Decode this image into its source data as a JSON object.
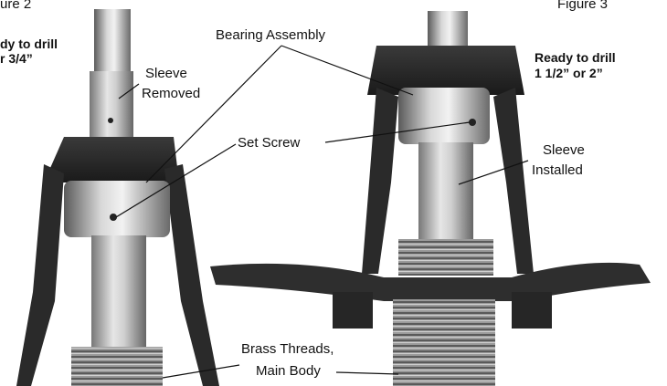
{
  "figure_left": {
    "title": "ure 2",
    "status_line1": "dy to drill",
    "status_line2": "r 3/4”"
  },
  "figure_right": {
    "title": "Figure 3",
    "status_line1": "Ready to drill",
    "status_line2": "1 1/2” or 2”"
  },
  "callouts": {
    "bearing_assembly": "Bearing Assembly",
    "sleeve_removed_1": "Sleeve",
    "sleeve_removed_2": "Removed",
    "set_screw": "Set Screw",
    "sleeve_installed_1": "Sleeve",
    "sleeve_installed_2": "Installed",
    "brass_threads_1": "Brass Threads,",
    "brass_threads_2": "Main Body"
  }
}
